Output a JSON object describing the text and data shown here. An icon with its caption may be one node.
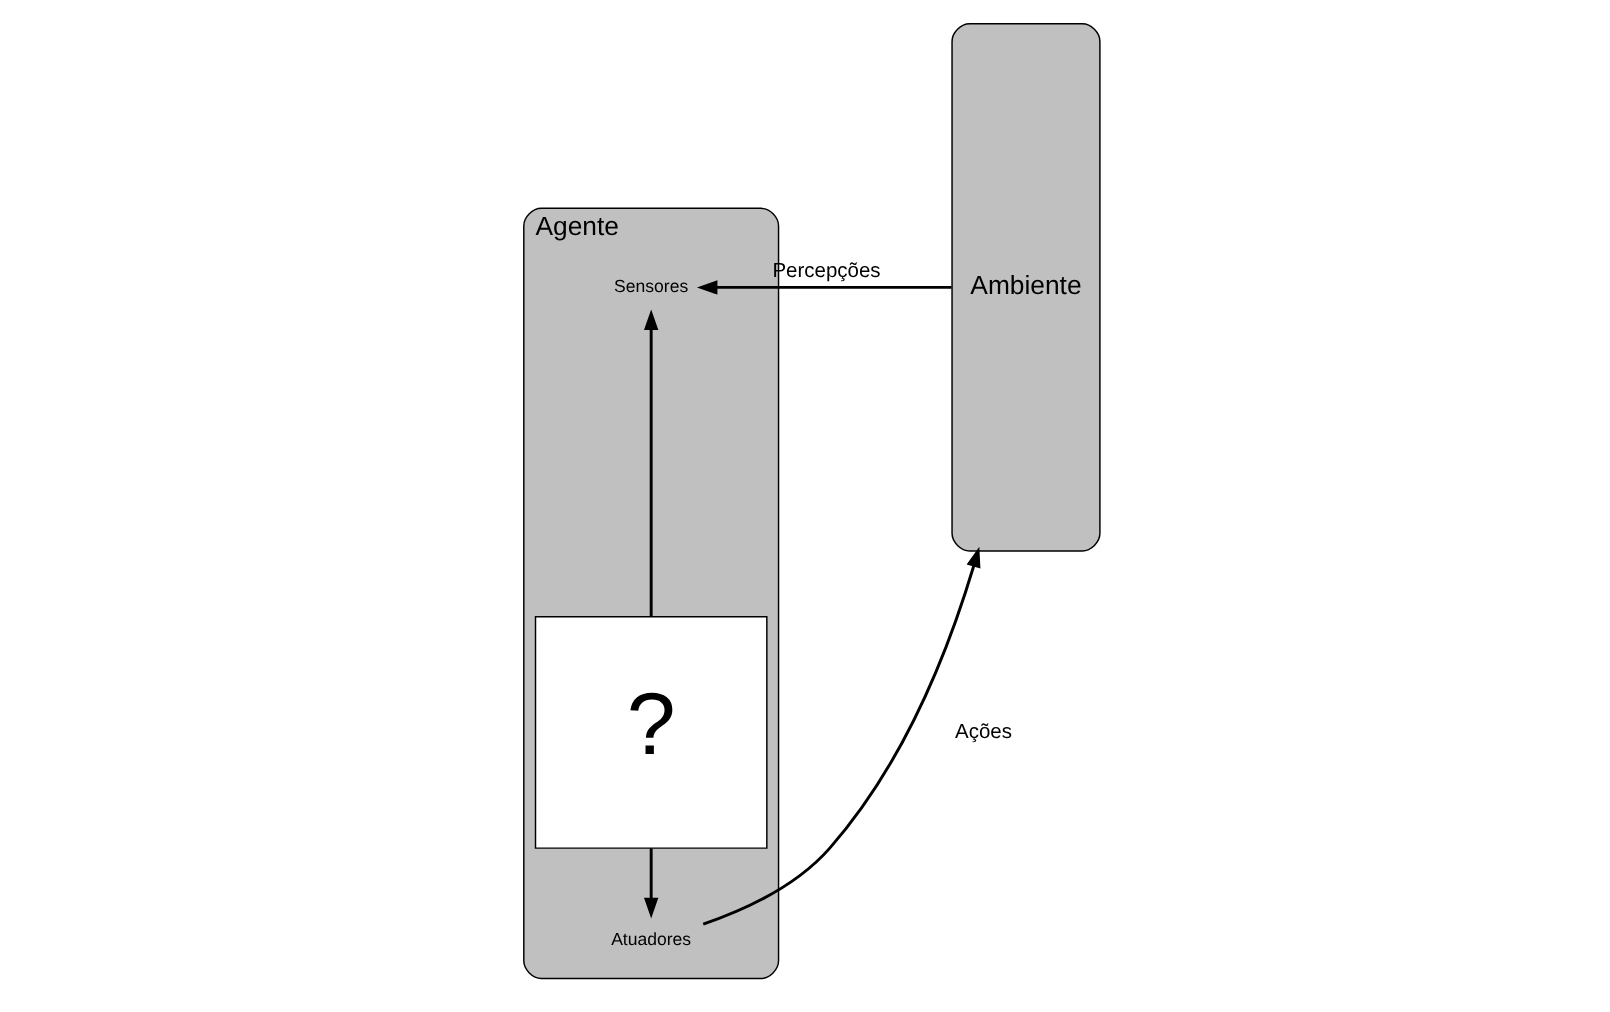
{
  "diagram": {
    "nodes": [
      {
        "text": [
          "Agente"
        ]
      },
      {
        "text": [
          "Sensores"
        ],
        "in": 0
      },
      {
        "text": [
          "?"
        ],
        "in": 0
      },
      {
        "text": [
          "Atuadores"
        ],
        "in": 0
      },
      {
        "text": [
          "Ambiente"
        ]
      }
    ],
    "edges": [
      {
        "from": 2,
        "to": 1,
        "arrow": "to"
      },
      {
        "from": 2,
        "to": 3,
        "arrow": "to"
      },
      {
        "from": 4,
        "to": 1,
        "arrow": "to",
        "label": "Percepções"
      },
      {
        "from": 3,
        "to": 4,
        "arrow": "to",
        "label": "Ações"
      }
    ]
  }
}
